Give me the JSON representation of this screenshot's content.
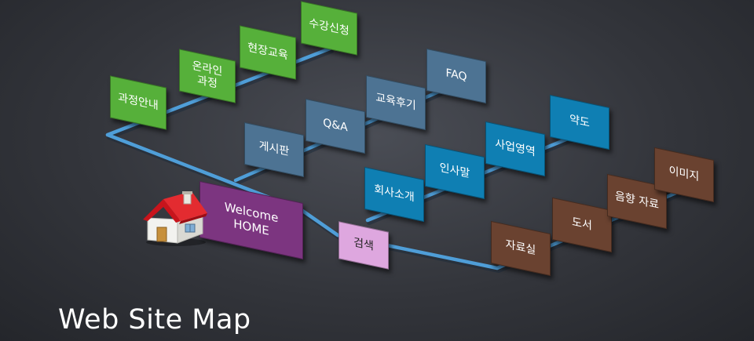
{
  "title": "Web Site Map",
  "colors": {
    "background": "#2e3035",
    "connector": "#4f9ed8",
    "green": "#56b03a",
    "slate": "#4d7393",
    "blue": "#0f7fb3",
    "brown": "#6a4230",
    "purple": "#7c3580",
    "pink": "#dea7df"
  },
  "home": {
    "label": "Welcome\nHOME",
    "icon": "house-icon"
  },
  "search": {
    "label": "검색"
  },
  "branches": {
    "course": [
      "과정안내",
      "온라인\n과정",
      "현장교육",
      "수강신청"
    ],
    "board": [
      "게시판",
      "Q&A",
      "교육후기",
      "FAQ"
    ],
    "company": [
      "회사소개",
      "인사말",
      "사업영역",
      "약도"
    ],
    "resources": [
      "자료실",
      "도서",
      "음향 자료",
      "이미지"
    ]
  }
}
